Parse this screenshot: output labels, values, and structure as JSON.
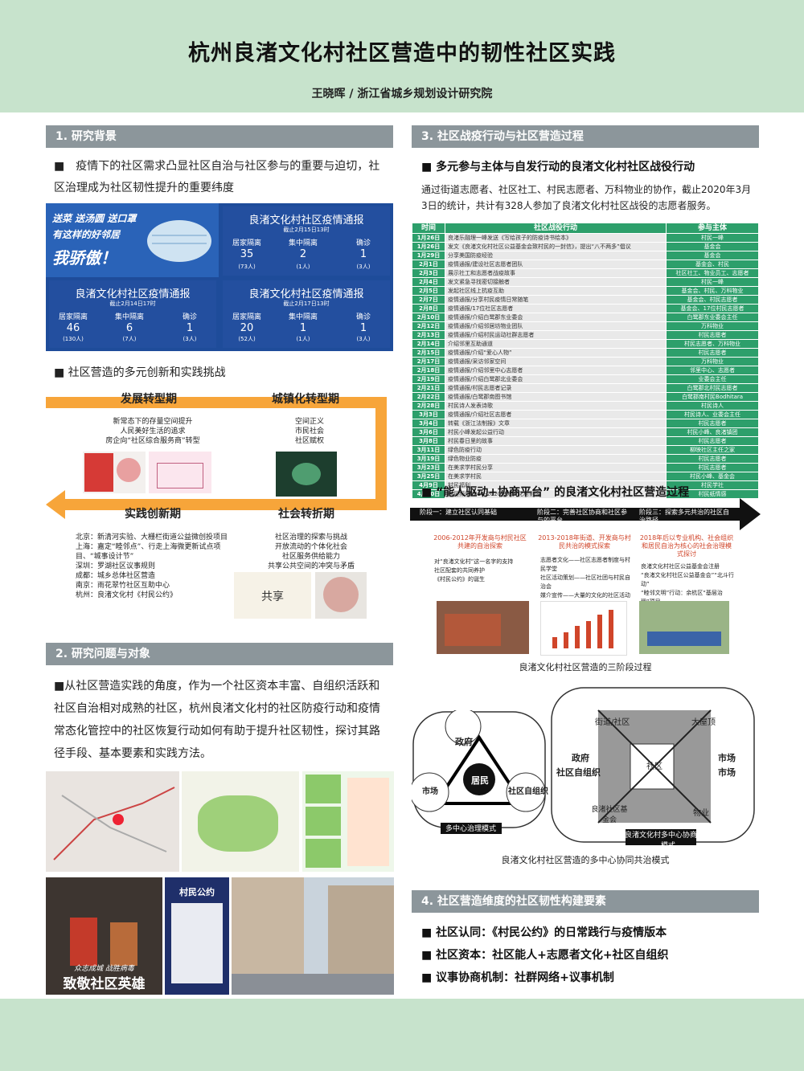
{
  "header": {
    "title": "杭州良渚文化村社区营造中的韧性社区实践",
    "author": "王晓晖 / 浙江省城乡规划设计研究院"
  },
  "s1": {
    "heading": "1. 研究背景",
    "para1": "■　疫情下的社区需求凸显社区自治与社区参与的重要与迫切，社区治理成为社区韧性提升的重要纬度",
    "banner": {
      "slogan1": "送菜 送汤圆 送口罩",
      "slogan2": "有这样的好邻居",
      "slogan3": "我骄傲！",
      "report_title": "良渚文化村社区疫情通报",
      "r1": {
        "date": "截止2月15日13时",
        "c1": "居家隔离",
        "v1": "35",
        "s1": "(73人)",
        "c2": "集中隔离",
        "v2": "2",
        "s2": "(1人)",
        "c3": "确诊",
        "v3": "1",
        "s3": "(3人)"
      },
      "r2": {
        "date": "截止2月14日17时",
        "c1": "居家隔离",
        "v1": "46",
        "s1": "(130人)",
        "c2": "集中隔离",
        "v2": "6",
        "s2": "(7人)",
        "c3": "确诊",
        "v3": "1",
        "s3": "(3人)"
      },
      "r3": {
        "date": "截止2月17日13时",
        "c1": "居家隔离",
        "v1": "20",
        "s1": "(52人)",
        "c2": "集中隔离",
        "v2": "1",
        "s2": "(1人)",
        "c3": "确诊",
        "v3": "1",
        "s3": "(3人)"
      }
    },
    "para2": "■  社区营造的多元创新和实践挑战",
    "phase1": "发展转型期",
    "phase2": "城镇化转型期",
    "phase3": "实践创新期",
    "phase4": "社会转折期",
    "p1_text": [
      "新常态下的存量空间提升",
      "人民美好生活的追求",
      "房企向“社区综合服务商”转型"
    ],
    "p2_text": [
      "空间正义",
      "市民社会",
      "社区赋权"
    ],
    "p3_text": [
      "北京：新清河实验、大栅栏街道公益微创投项目",
      "上海：嘉定“睦邻点”、行走上海微更新试点项",
      "目、“城事设计节”",
      "深圳：罗湖社区议事规则",
      "成都：城乡总体社区营造",
      "南京：雨花翠竹社区互助中心",
      "杭州：良渚文化村《村民公约》"
    ],
    "p4_text": [
      "社区治理的探索与挑战",
      "开放流动的个体化社会",
      "社区服务供给能力",
      "共享公共空间的冲突与矛盾"
    ],
    "share_label": "共享"
  },
  "s2": {
    "heading": "2. 研究问题与对象",
    "para": "■从社区营造实践的角度，作为一个社区资本丰富、自组织活跃和社区自治相对成熟的社区，杭州良渚文化村的社区防疫行动和疫情常态化管控中的社区恢复行动如何有助于提升社区韧性，探讨其路径手段、基本要素和实践方法。",
    "hero_line1": "众志成城  战胜病毒",
    "hero_line2": "致敬社区英雄",
    "pact_title": "村民公约"
  },
  "s3": {
    "heading": "3. 社区战疫行动与社区营造过程",
    "sub1": "■  多元参与主体与自发行动的良渚文化村社区战役行动",
    "intro": "通过街道志愿者、社区社工、村民志愿者、万科物业的协作，截止2020年3月3日的统计，共计有328人参加了良渚文化村社区战役的志愿者服务。",
    "table_head": [
      "时间",
      "社区战役行动",
      "参与主体"
    ],
    "table_rows": [
      [
        "1月26日",
        "良渚乐融理一峰发送《写给孩子的防疫诗书绘本》",
        "村民一峰"
      ],
      [
        "1月26日",
        "发文《良渚文化村社区公益基金会致村民的一封信》，提出“八不两多”倡议",
        "基金会"
      ],
      [
        "1月29日",
        "分享美国防疫经验",
        "基金会"
      ],
      [
        "2月1日",
        "疫情通报/建设社区志愿者团队",
        "基金会、村民"
      ],
      [
        "2月3日",
        "展示社工和志愿者战疫故事",
        "社区社工、物业员工、志愿者"
      ],
      [
        "2月4日",
        "发文紧急寻找密切接触者",
        "村民一峰"
      ],
      [
        "2月5日",
        "发起社区线上抗疫互助",
        "基金会、村民、万科物业"
      ],
      [
        "2月7日",
        "疫情通报/分享村民疫情日常随笔",
        "基金会、村民志愿者"
      ],
      [
        "2月8日",
        "疫情通报/17位社区志愿者",
        "基金会、17位村民志愿者"
      ],
      [
        "2月10日",
        "疫情通报/介绍白鹭郡东业委会",
        "白鹭郡东业委会主任"
      ],
      [
        "2月12日",
        "疫情通报/介绍邻居坊物业团队",
        "万科物业"
      ],
      [
        "2月13日",
        "疫情通报/介绍村民运动社群志愿者",
        "村民志愿者"
      ],
      [
        "2月14日",
        "介绍邻里互助通道",
        "村民志愿者、万科物业"
      ],
      [
        "2月15日",
        "疫情通报/介绍“爱心人物”",
        "村民志愿者"
      ],
      [
        "2月17日",
        "疫情通报/采访邻家空间",
        "万科物业"
      ],
      [
        "2月18日",
        "疫情通报/介绍邻里中心志愿者",
        "邻里中心、志愿者"
      ],
      [
        "2月19日",
        "疫情通报/介绍白鹭郡北业委会",
        "业委会主任"
      ],
      [
        "2月21日",
        "疫情通报/村民志愿者记录",
        "白鹭郡北村民志愿者"
      ],
      [
        "2月22日",
        "疫情通报/白鹭郡南图书馆",
        "白鹭郡南村民Bodhitara"
      ],
      [
        "2月28日",
        "村民诗人发表诗歌",
        "村民诗人"
      ],
      [
        "3月3日",
        "疫情通报/介绍社区志愿者",
        "村民诗人、业委会主任"
      ],
      [
        "3月4日",
        "转载《浙江法制报》文章",
        "村民志愿者"
      ],
      [
        "3月6日",
        "村民小峰发起公益行动",
        "村民小峰、良渚镇团"
      ],
      [
        "3月8日",
        "村民春日里的故事",
        "村民志愿者"
      ],
      [
        "3月11日",
        "绿色防疫行动",
        "柳映社区主任之家"
      ],
      [
        "3月19日",
        "绿色物业防疫",
        "村民志愿者"
      ],
      [
        "3月23日",
        "在美求学村民分享",
        "村民志愿者"
      ],
      [
        "3月25日",
        "在美求学村民",
        "村民小峰、基金会"
      ],
      [
        "4月9日",
        "村民福利",
        "村民学社"
      ],
      [
        "4月10日",
        "村民频道2011-2020良渚文化村影像",
        "村民纸情感"
      ]
    ],
    "sub2": "■  “能人驱动+协商平台” 的良渚文化村社区营造过程",
    "stage1": "阶段一：建立社区认同基础",
    "stage2": "阶段二：完善社区协商和社区参与的平台",
    "stage3": "阶段三：探索多元共治的社区自治路径",
    "stage1_sub": "2006-2012年开发商与村民社区共建的自治探索",
    "stage2_sub": "2013-2018年街道、开发商与村民共治的模式探索",
    "stage3_sub": "2018年后以专业机构、社会组织和居民自治为核心的社会治理模式探讨",
    "stage1_items": [
      "对“良渚文化村”这一名字的支持",
      "社区配套的共同养护",
      "《村民公约》的诞生"
    ],
    "stage2_items": [
      "志愿者文化——社区志愿者制度与村民学堂",
      "社区活动策划——社区社团与村民自治会",
      "媒介宣传——大量的文化的社区活动运营"
    ],
    "stage3_items": [
      "良渚文化村社区公益基金会注册",
      "“良渚文化村社区公益基金会”“北斗行动”",
      "“睦邻文明”行动：余杭区“基层治理”项目"
    ],
    "chart_caption": "良渚文化村社区营造的三阶段过程",
    "tri_gov": "政府",
    "tri_market": "市场",
    "tri_social": "社区自组织",
    "tri_center": "居民",
    "tri_label": "多中心治理模式",
    "grid_center": "社区",
    "grid_street": "街道/社区",
    "grid_dawu": "大屋顶",
    "grid_gov": "政府",
    "grid_market": "市场",
    "grid_selforg": "社区自组织",
    "grid_property": "物业",
    "grid_fund": "良渚社区基金会",
    "grid_label": "良渚文化村多中心协商共治模式",
    "diag_caption": "良渚文化村社区营造的多中心协同共治模式"
  },
  "s4": {
    "heading": "4. 社区营造维度的社区韧性构建要素",
    "items": [
      "■ 社区认同：《村民公约》的日常践行与疫情版本",
      "■ 社区资本：社区能人+志愿者文化+社区自组织",
      "■ 议事协商机制：社群网络+议事机制"
    ]
  }
}
